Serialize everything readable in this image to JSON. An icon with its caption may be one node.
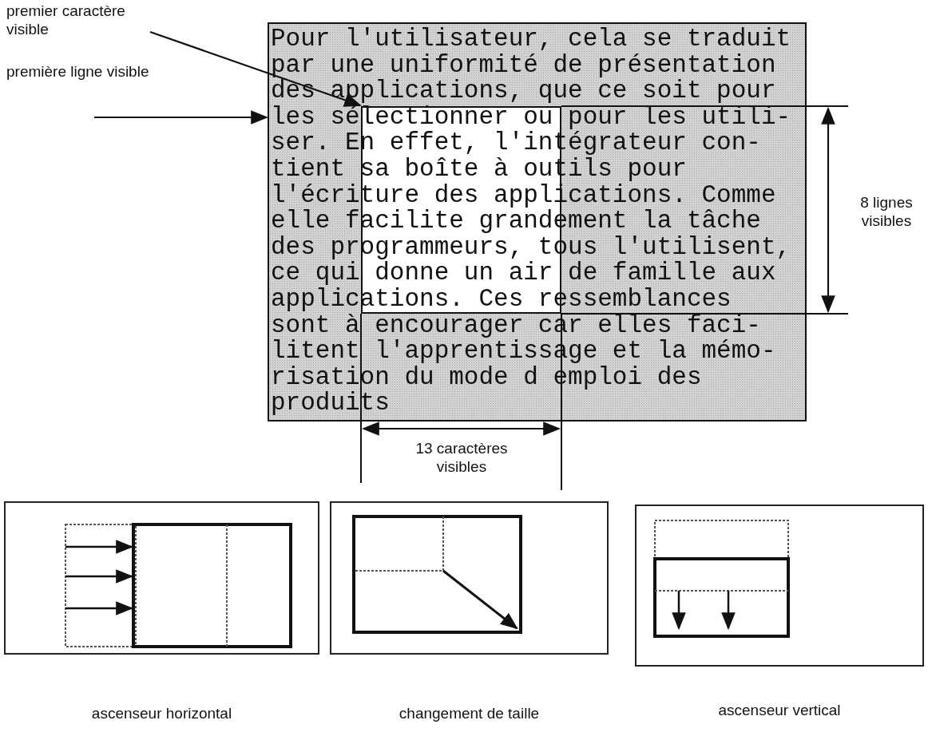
{
  "diagram": {
    "nodes": [
      {
        "text": [
          "Pour l'utilisateur, cela se traduit par une uniformité de présentation des applications, que ce soit pour les sélectionner ou pour les utili- ser. En effet, l'intégrateur con- tient sa boîte à outils pour l'écriture des applications. Comme elle facilite grandement la tâche des programmeurs, tous l'utilisent, ce qui donne un air de famille aux applications. Ces ressemblances sont à encourager car elles faci- litent l'apprentissage et la mémo- risation du mode d emploi des produits"
        ]
      },
      {
        "text": [
          "premier caractère visible"
        ]
      },
      {
        "text": [
          "première ligne visible"
        ]
      },
      {
        "text": [
          "ascenseur horizontal"
        ]
      },
      {
        "text": [
          "changement de taille"
        ]
      },
      {
        "text": [
          "ascenseur vertical"
        ]
      }
    ],
    "edges": [
      {
        "from": 1,
        "to": 0,
        "arrow": "to"
      },
      {
        "from": 2,
        "to": 0,
        "arrow": "to"
      }
    ],
    "labels": [
      "8 lignes visibles",
      "13 caractères visibles"
    ]
  }
}
